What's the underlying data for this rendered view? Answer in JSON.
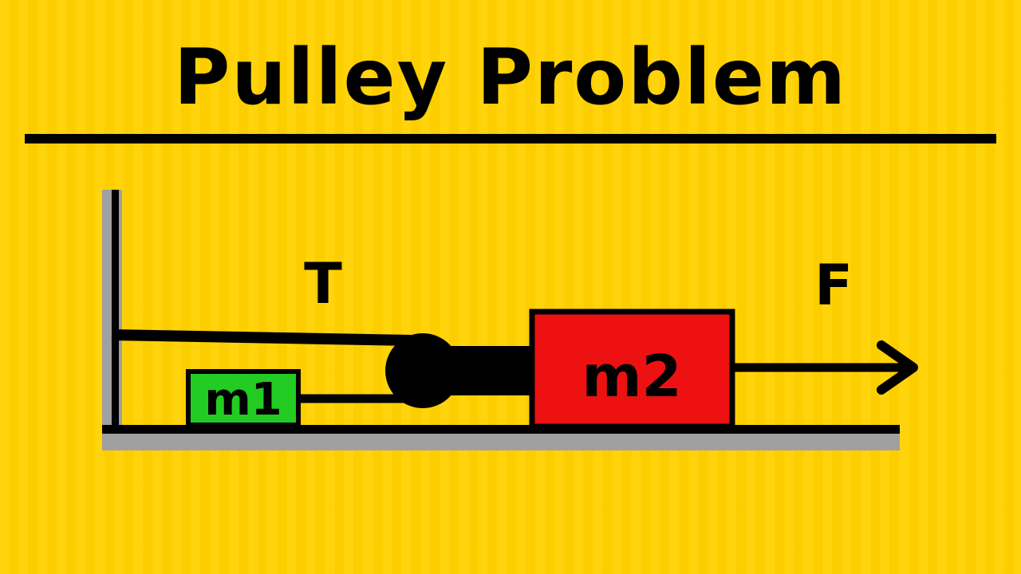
{
  "title": "Pulley Problem",
  "diagram": {
    "block_m1": {
      "label": "m1",
      "color": "#22CC22"
    },
    "block_m2": {
      "label": "m2",
      "color": "#EE1111"
    },
    "tension_label": "T",
    "force_label": "F",
    "surface_color": "#A0A0A0",
    "rope_color": "#000000",
    "pulley_color": "#000000"
  }
}
